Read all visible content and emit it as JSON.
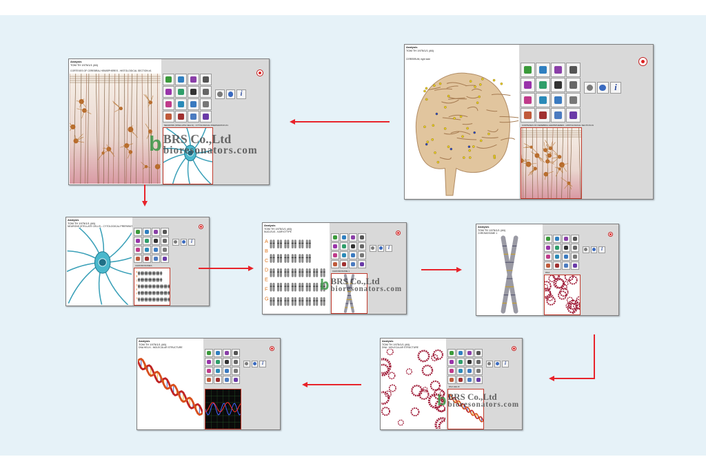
{
  "canvas": {
    "background": "#e6f2f8",
    "arrow_color": "#e8232a"
  },
  "panels": [
    {
      "id": "brain",
      "title": "Analysis",
      "patient": "TOM TH   1975/1/1 (46)",
      "caption": "CEREBRUM, right side",
      "sub_caption": "CORTEXES OF CEREBRAL HEMISPHERES - HISTOLOGICAL SECTION #1",
      "sub_image": "cortex",
      "image": "brain"
    },
    {
      "id": "cortex",
      "title": "Analysis",
      "patient": "TOM TH   1975/1/1 (46)",
      "caption": "CORTEXES OF CEREBRAL HEMISPHERES - HISTOLOGICAL SECTION #1",
      "sub_caption": "NEURONS (STELLATE CELLS) - CYTOLOGICAL PREPARATION #1",
      "sub_image": "neuron",
      "image": "cortex",
      "watermark": true
    },
    {
      "id": "neuron",
      "title": "Analysis",
      "patient": "TOM TH   1975/1/1 (46)",
      "caption": "NEURONS (STELLATE CELLS) - CYTOLOGICAL PREPARATION",
      "sub_caption": "CHROMOSOMES",
      "sub_image": "karyotype",
      "image": "neuron"
    },
    {
      "id": "karyotype",
      "title": "Analysis",
      "patient": "TOM TH   1975/1/1 (46)",
      "caption": "NUCLEUS - KARYOTYPE",
      "sub_caption": "CHROMOSOME 1",
      "sub_image": "chromosome",
      "image": "karyotype",
      "watermark": true
    },
    {
      "id": "chromosome",
      "title": "Analysis",
      "patient": "TOM TH   1975/1/1 (46)",
      "caption": "CHROMOSOME 1",
      "sub_caption": "DNA",
      "sub_image": "chromatin",
      "image": "chromosome"
    },
    {
      "id": "chromatin",
      "title": "Analysis",
      "patient": "TOM TH   1975/1/1 (46)",
      "caption": "DNA - MOLECULAR STRUCTURE",
      "sub_caption": "DNA HELIX",
      "sub_image": "dna",
      "image": "chromatin",
      "watermark": true
    },
    {
      "id": "dna",
      "title": "Analysis",
      "patient": "TOM TH   1975/1/1 (46)",
      "caption": "DNA HELIX - MOLECULAR STRUCTURE",
      "sub_caption": "",
      "sub_image": "graph",
      "image": "dna"
    }
  ],
  "karyotype_groups": [
    "A",
    "B",
    "C",
    "D",
    "E",
    "F",
    "G"
  ],
  "watermark": {
    "logo": "b",
    "company": "BRS Co.,Ltd",
    "site": "bioresonators.com"
  },
  "toolbar_icons": [
    "add-icon",
    "chromosome-icon",
    "magnet-icon",
    "bottle-icon",
    "triangle-icon",
    "arrow-icon",
    "close-icon",
    "dropper-icon",
    "wave-icon",
    "screen-icon",
    "pill-icon",
    "meter-icon",
    "tissue-icon",
    "heart-icon",
    "tube-icon",
    "chart-icon"
  ],
  "side_icons": [
    "disc-icon",
    "flask-icon",
    "info-icon"
  ],
  "side_info_glyph": "i",
  "colors": {
    "toolbar_gray": "#d9d9d9",
    "sub_border": "#c0392b",
    "record_red": "#d22222"
  }
}
